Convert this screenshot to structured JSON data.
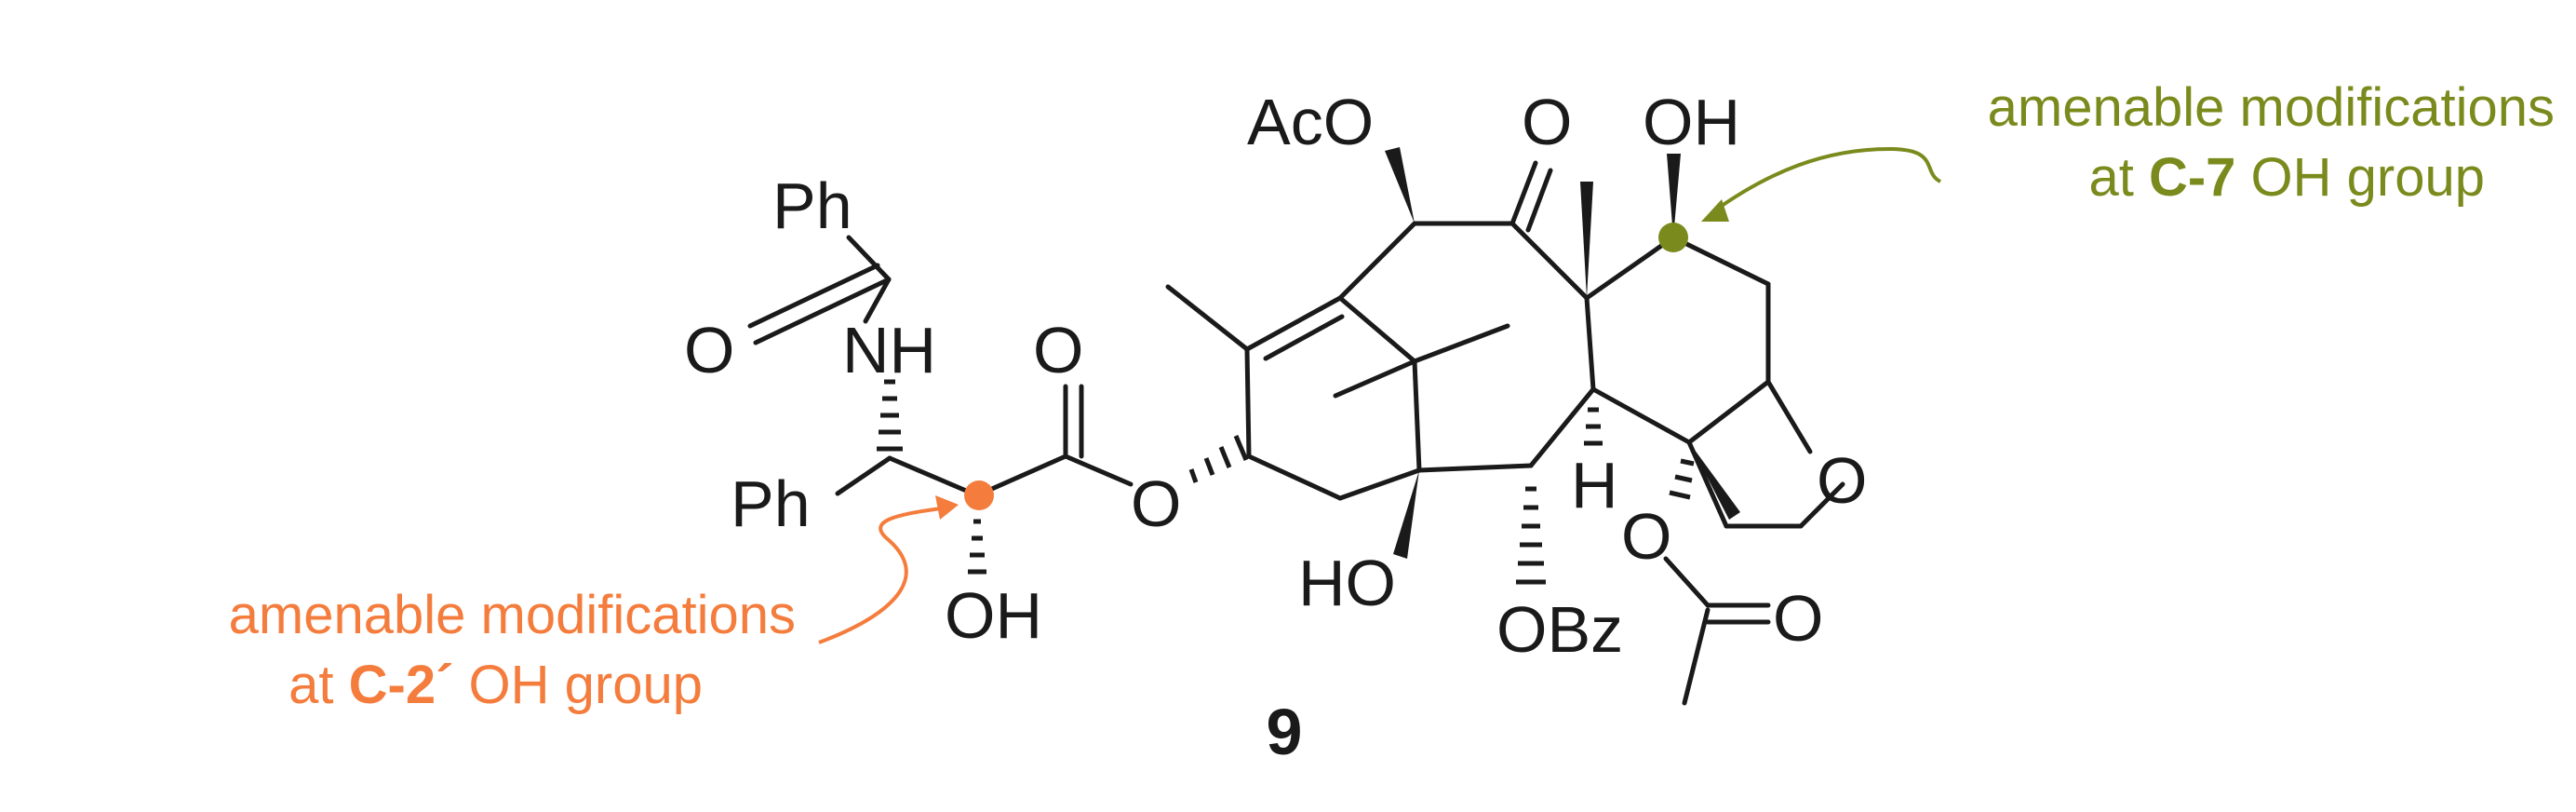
{
  "colors": {
    "ink": "#1a1a1a",
    "c2_accent": "#f47c3c",
    "c7_accent": "#7b8a1c"
  },
  "atoms": {
    "ph_top": "Ph",
    "o_amide": "O",
    "nh": "NH",
    "o_ester": "O",
    "ph_left": "Ph",
    "oh_c2": "OH",
    "o_link": "O",
    "aco": "AcO",
    "o_ketone": "O",
    "oh_c7": "OH",
    "ho": "HO",
    "h": "H",
    "o_ring": "O",
    "o_acetate": "O",
    "o_carbonyl": "O",
    "obz": "OBz"
  },
  "annotations": {
    "c2": {
      "line1": "amenable modifications",
      "line2_prefix": "at ",
      "line2_bold": "C-2´",
      "line2_suffix": " OH group"
    },
    "c7": {
      "line1": "amenable modifications",
      "line2_prefix": "at ",
      "line2_bold": "C-7",
      "line2_suffix": " OH group"
    }
  },
  "compound_label": "9"
}
